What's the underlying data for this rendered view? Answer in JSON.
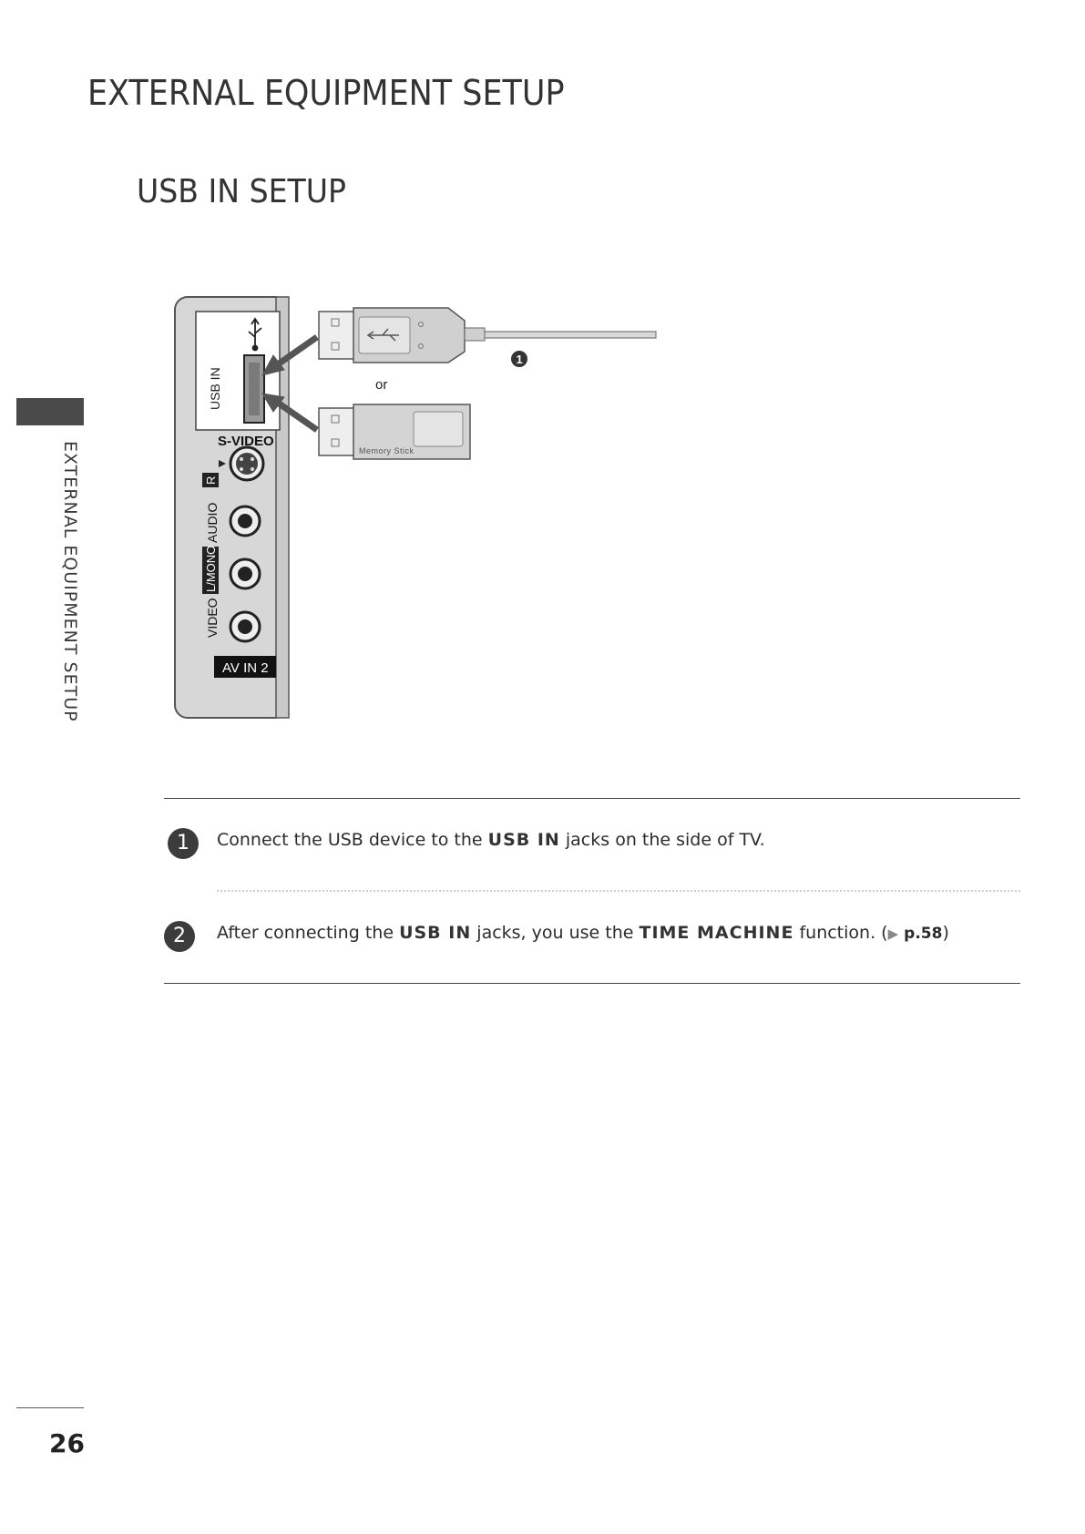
{
  "header": {
    "title": "EXTERNAL EQUIPMENT SETUP"
  },
  "section": {
    "title": "USB IN SETUP"
  },
  "side_tab": {
    "label": "EXTERNAL EQUIPMENT SETUP"
  },
  "diagram": {
    "usb_in_label": "USB IN",
    "svideo_label": "S-VIDEO",
    "audio_label": "AUDIO",
    "r_label": "R",
    "lmono_label": "L/MONO",
    "video_label": "VIDEO",
    "av_in_label": "AV IN 2",
    "or_label": "or",
    "memory_stick_label": "Memory Stick",
    "callout_number": "1"
  },
  "steps": [
    {
      "number": "1",
      "text_before": "Connect the USB device to the ",
      "keyword": "USB IN",
      "text_after": " jacks on the side of TV."
    },
    {
      "number": "2",
      "text_before": "After connecting the ",
      "keyword": "USB IN",
      "text_mid": " jacks, you use the ",
      "keyword2": "TIME MACHINE",
      "text_after": " function. (",
      "ref_arrow": "▶",
      "ref": "p.58",
      "text_end": ")"
    }
  ],
  "footer": {
    "page_number": "26"
  }
}
